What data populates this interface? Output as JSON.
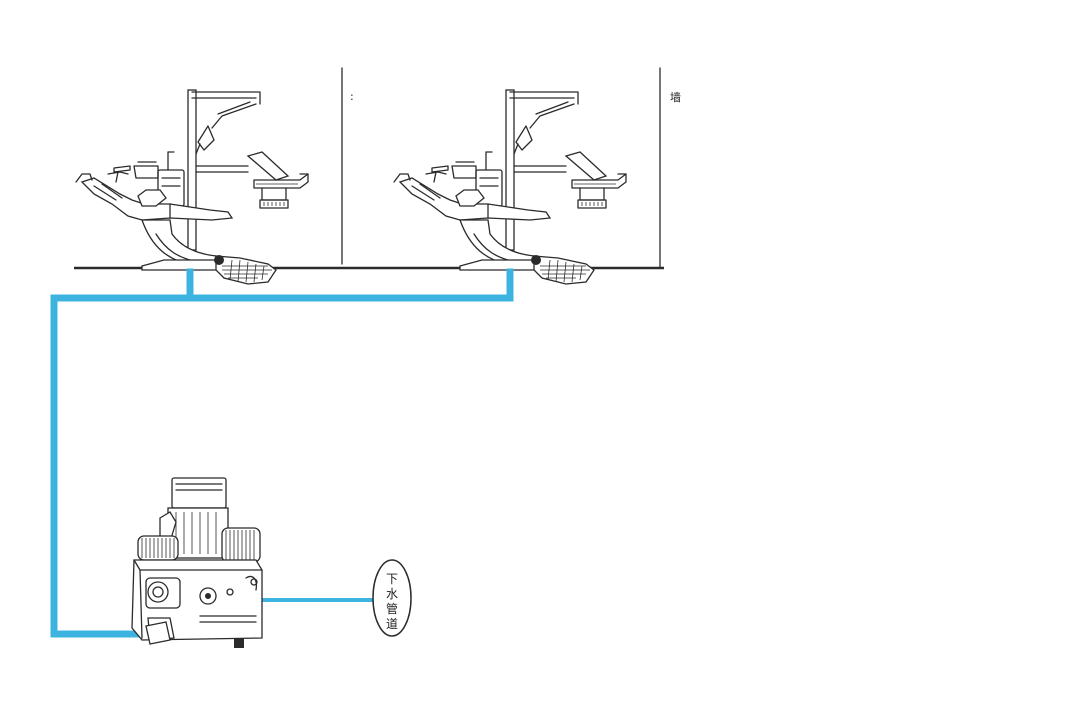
{
  "labels": {
    "wall": "墙",
    "wall_mark_left": ":",
    "drain_pipe": [
      "下",
      "水",
      "管",
      "道"
    ]
  },
  "colors": {
    "pipe": "#3db4e0",
    "line": "#2b2b2b",
    "background": "#ffffff"
  },
  "icons": {
    "dental_chair": "dental-chair-icon",
    "suction_unit": "suction-unit-icon",
    "connection_node": "pipe-junction-icon"
  }
}
